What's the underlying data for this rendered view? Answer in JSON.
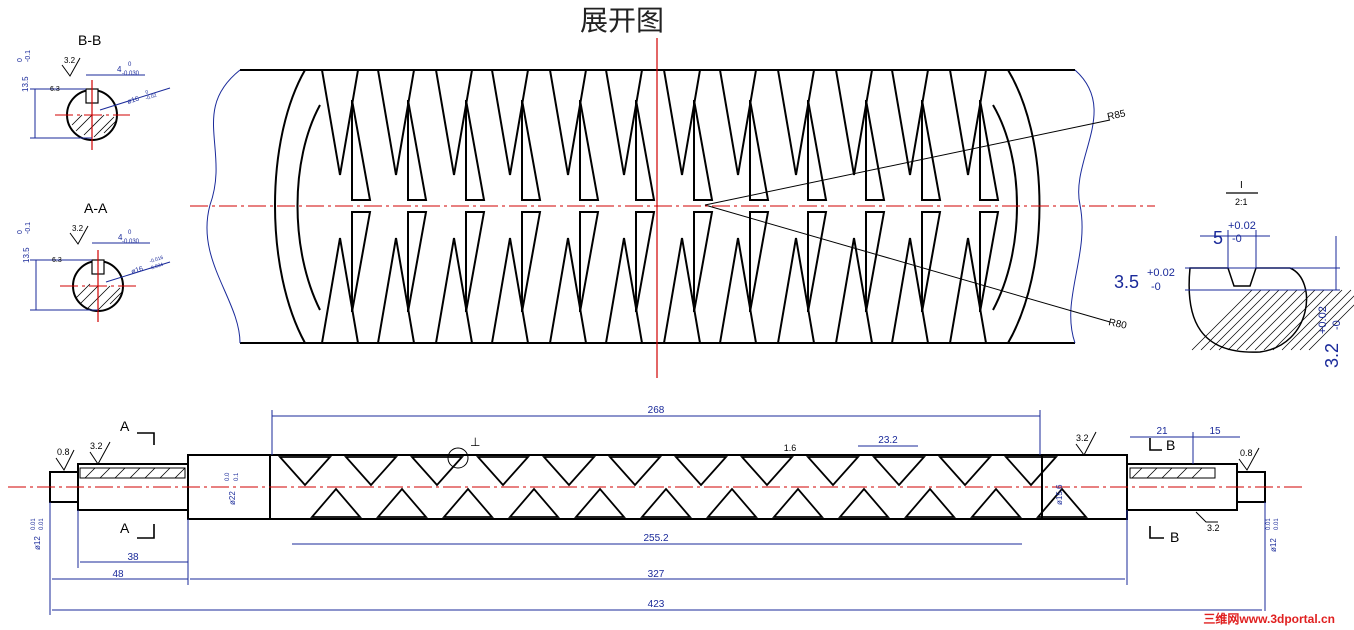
{
  "title": "展开图",
  "sections": {
    "bb": {
      "label": "B-B",
      "dim_height": "13.5",
      "dim_height_tol_top": "0",
      "dim_height_tol_bot": "-0.1",
      "roughness": "3.2",
      "dim_key": "4",
      "dim_key_tol_top": "0",
      "dim_key_tol_bot": "-0.030",
      "dim_dia": "ø16",
      "dim_dia_tol_top": "0",
      "dim_dia_tol_bot": "-0.02",
      "roughness2": "6.3"
    },
    "aa": {
      "label": "A-A",
      "dim_height": "13.5",
      "dim_height_tol_top": "0",
      "dim_height_tol_bot": "-0.1",
      "roughness": "3.2",
      "dim_key": "4",
      "dim_key_tol_top": "0",
      "dim_key_tol_bot": "-0.030",
      "dim_dia": "ø16",
      "dim_dia_tol_top": "-0.016",
      "dim_dia_tol_bot": "-0.034",
      "roughness2": "6.3"
    }
  },
  "development": {
    "radius_top": "R85",
    "radius_bottom": "R80"
  },
  "detail": {
    "scale_top": "I",
    "scale_bottom": "2:1",
    "dim_width": "5",
    "dim_width_tol_top": "+0.02",
    "dim_width_tol_bot": "-0",
    "dim_depth_left": "3.5",
    "dim_depth_left_tol_top": "+0.02",
    "dim_depth_left_tol_bot": "-0",
    "dim_depth_right": "3.2",
    "dim_depth_right_tol_top": "+0.02",
    "dim_depth_right_tol_bot": "-0"
  },
  "shaft": {
    "dim_268": "268",
    "dim_255": "255.2",
    "dim_327": "327",
    "dim_423": "423",
    "dim_48": "48",
    "dim_38": "38",
    "dim_21": "21",
    "dim_15": "15",
    "dim_232": "23.2",
    "dim_16": "1.6",
    "dim_156": "ø15.6",
    "dim_22": "ø22",
    "dim_22_tol_top": "0.0",
    "dim_22_tol_bot": "0.1",
    "dim_12_left": "ø12",
    "dim_12_left_tol_top": "0.01",
    "dim_12_left_tol_bot": "0.01",
    "dim_12_right": "ø12",
    "dim_12_right_tol_top": "0.01",
    "dim_12_right_tol_bot": "0.01",
    "rough_08_left": "0.8",
    "rough_32_left": "3.2",
    "rough_32_mid": "3.2",
    "rough_08_right": "0.8",
    "rough_32_right_bottom": "3.2",
    "section_a_top": "A",
    "section_a_bottom": "A",
    "section_b_top": "B",
    "section_b_bottom": "B",
    "mark_perp": "⊥"
  },
  "watermark": "三维网www.3dportal.cn"
}
